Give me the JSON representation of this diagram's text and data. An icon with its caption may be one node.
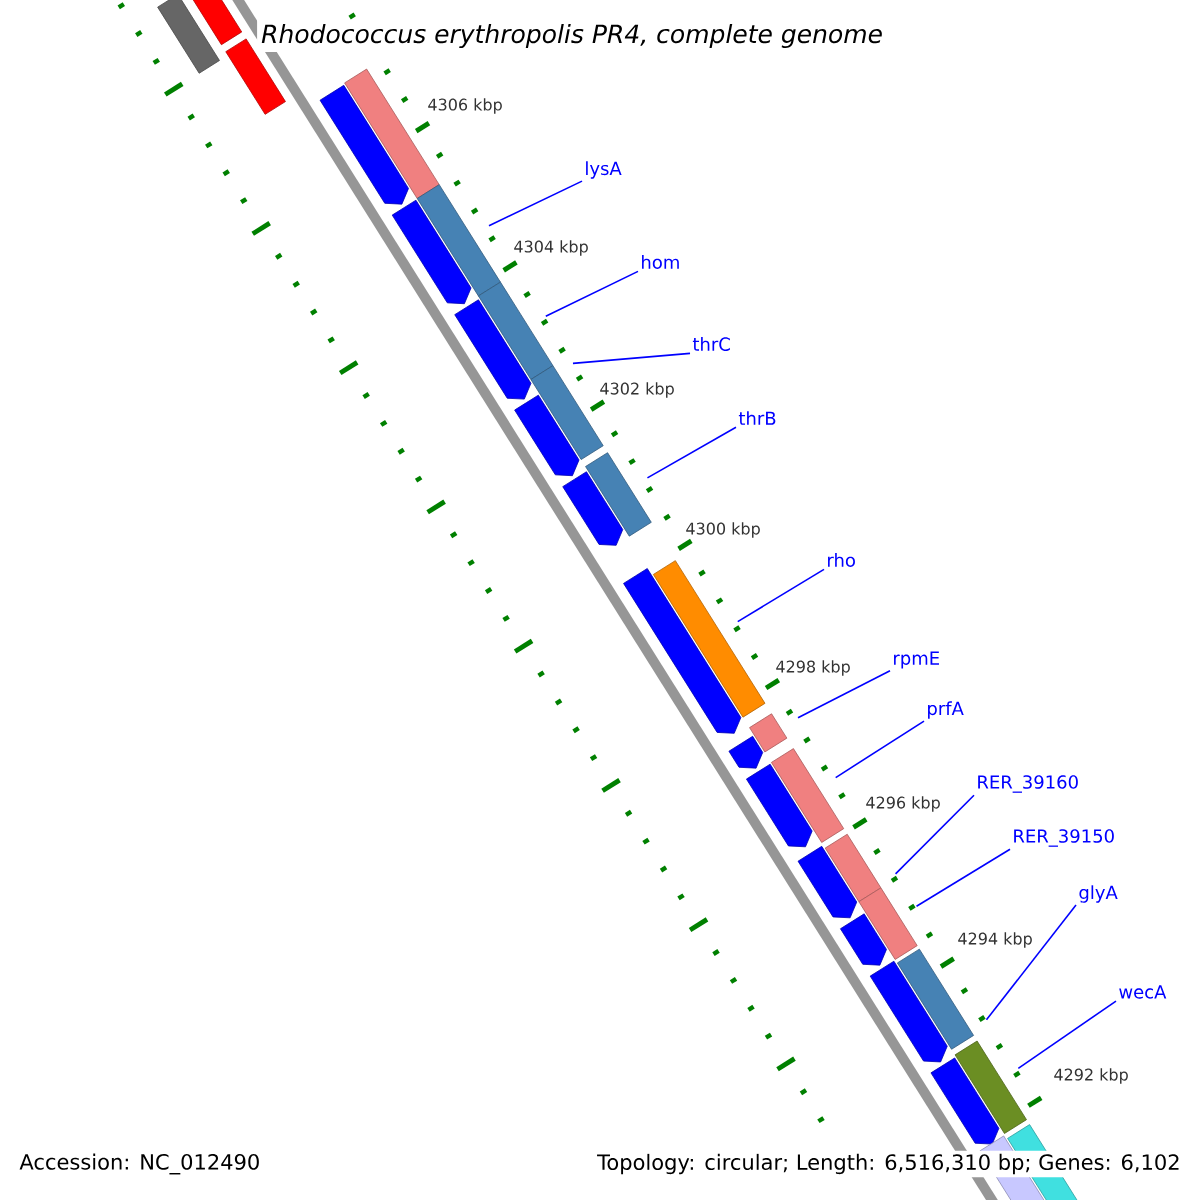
{
  "diagram": {
    "title": "Rhodococcus erythropolis PR4, complete genome",
    "nodes": [
      {
        "text": [],
        "shape": "box"
      },
      {
        "text": [],
        "shape": "box"
      },
      {
        "text": [],
        "shape": "box"
      },
      {
        "text": [],
        "shape": "box"
      },
      {
        "text": [],
        "shape": "box"
      },
      {
        "text": [],
        "shape": "box"
      },
      {
        "text": [],
        "shape": "box"
      },
      {
        "text": [],
        "shape": "box"
      },
      {
        "text": [],
        "shape": "box"
      },
      {
        "text": [],
        "shape": "box"
      },
      {
        "text": [],
        "shape": "box"
      },
      {
        "text": [],
        "shape": "box"
      },
      {
        "text": [],
        "shape": "box"
      },
      {
        "text": [],
        "shape": "box"
      },
      {
        "text": [],
        "shape": "box"
      },
      {
        "text": [],
        "shape": "box"
      },
      {
        "text": [],
        "shape": "arrow"
      },
      {
        "text": [],
        "shape": "arrow"
      },
      {
        "text": [],
        "shape": "arrow"
      },
      {
        "text": [],
        "shape": "arrow"
      },
      {
        "text": [],
        "shape": "arrow"
      },
      {
        "text": [],
        "shape": "arrow"
      },
      {
        "text": [],
        "shape": "arrow"
      },
      {
        "text": [],
        "shape": "arrow"
      },
      {
        "text": [],
        "shape": "arrow"
      },
      {
        "text": [],
        "shape": "arrow"
      },
      {
        "text": [],
        "shape": "arrow"
      },
      {
        "text": [],
        "shape": "arrow"
      },
      {
        "text": [],
        "shape": "box"
      },
      {
        "text": [
          "lysA"
        ]
      },
      {
        "text": [
          "hom"
        ]
      },
      {
        "text": [
          "thrC"
        ]
      },
      {
        "text": [
          "thrB"
        ]
      },
      {
        "text": [
          "rho"
        ]
      },
      {
        "text": [
          "rpmE"
        ]
      },
      {
        "text": [
          "prfA"
        ]
      },
      {
        "text": [
          "RER_39160"
        ]
      },
      {
        "text": [
          "RER_39150"
        ]
      },
      {
        "text": [
          "glyA"
        ]
      },
      {
        "text": [
          "wecA"
        ]
      }
    ],
    "edges": [
      {
        "from": 29,
        "to": 4,
        "arrow": "none"
      },
      {
        "from": 30,
        "to": 5,
        "arrow": "none"
      },
      {
        "from": 31,
        "to": 6,
        "arrow": "none"
      },
      {
        "from": 32,
        "to": 7,
        "arrow": "none"
      },
      {
        "from": 33,
        "to": 8,
        "arrow": "none"
      },
      {
        "from": 34,
        "to": 9,
        "arrow": "none"
      },
      {
        "from": 35,
        "to": 10,
        "arrow": "none"
      },
      {
        "from": 36,
        "to": 11,
        "arrow": "none"
      },
      {
        "from": 37,
        "to": 12,
        "arrow": "none"
      },
      {
        "from": 38,
        "to": 13,
        "arrow": "none"
      },
      {
        "from": 39,
        "to": 14,
        "arrow": "none"
      }
    ],
    "labels": [
      "4306 kbp",
      "4304 kbp",
      "4302 kbp",
      "4300 kbp",
      "4298 kbp",
      "4296 kbp",
      "4294 kbp",
      "4292 kbp",
      "Accession: NC_012490",
      "Topology: circular; Length: 6,516,310 bp; Genes: 6,102"
    ]
  }
}
